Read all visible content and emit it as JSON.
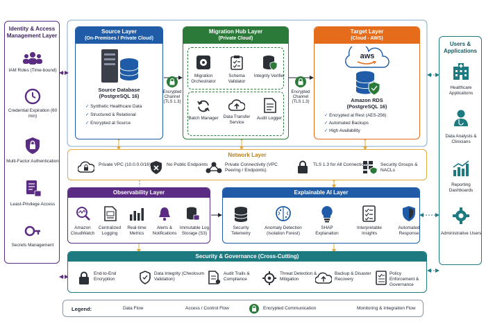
{
  "identity": {
    "title": "Identity & Access Management Layer",
    "items": [
      "IAM Roles (Time-bound)",
      "Credential Expiration (60 min)",
      "Multi-Factor Authentication",
      "Least-Privilege Access",
      "Secrets Management"
    ]
  },
  "users": {
    "title": "Users & Applications",
    "items": [
      "Healthcare Applications",
      "Data Analysts & Clinicians",
      "Reporting Dashboards",
      "Administrative Users"
    ]
  },
  "source": {
    "title": "Source Layer",
    "subtitle": "(On-Premises / Private Cloud)",
    "db_name": "Source Database",
    "db_sub": "(PostgreSQL 16)",
    "bullets": [
      "Synthetic Healthcare Data",
      "Structured & Relational",
      "Encrypted at Source"
    ]
  },
  "channel": {
    "label": "Encrypted Channel",
    "sub": "(TLS 1.3)"
  },
  "hub": {
    "title": "Migration Hub Layer",
    "subtitle": "(Private Cloud)",
    "items": [
      "Migration Orchestrator",
      "Schema Validator",
      "Integrity Verifier",
      "Batch Manager",
      "Data Transfer Service",
      "Audit Logger"
    ]
  },
  "target": {
    "title": "Target Layer",
    "subtitle": "(Cloud - AWS)",
    "aws": "aws",
    "rds_name": "Amazon RDS",
    "rds_sub": "(PostgreSQL 16)",
    "bullets": [
      "Encrypted at Rest (AES-256)",
      "Automated Backups",
      "High Availability"
    ]
  },
  "network": {
    "title": "Network Layer",
    "items": [
      "Private VPC (10.0.0.0/16)",
      "No Public Endpoints",
      "Private Connectivity (VPC Peering / Endpoints)",
      "TLS 1.3 for All Connections",
      "Security Groups & NACLs"
    ]
  },
  "observability": {
    "title": "Observability Layer",
    "items": [
      "Amazon CloudWatch",
      "Centralized Logging",
      "Real-time Metrics",
      "Alerts & Notifications",
      "Immutable Log Storage (S3)"
    ]
  },
  "xai": {
    "title": "Explainable AI Layer",
    "items": [
      "Security Telemetry",
      "Anomaly Detection (Isolation Forest)",
      "SHAP Explanation",
      "Interpretable Insights",
      "Automated Response"
    ]
  },
  "security": {
    "title": "Security & Governance (Cross-Cutting)",
    "items": [
      "End-to-End Encryption",
      "Data Integrity (Checksum Validation)",
      "Audit Trails & Compliance",
      "Threat Detection & Mitigation",
      "Backup & Disaster Recovery",
      "Policy Enforcement & Governance"
    ]
  },
  "legend": {
    "title": "Legend:",
    "items": [
      "Data Flow",
      "Access / Control Flow",
      "Encrypted Communication",
      "Monitoring & Integration Flow"
    ]
  },
  "colors": {
    "purple": "#5b2c83",
    "blue": "#1f5ba6",
    "green": "#2b7a3a",
    "orange": "#e46c1b",
    "teal": "#1c7a80",
    "gold": "#e0a93a"
  }
}
